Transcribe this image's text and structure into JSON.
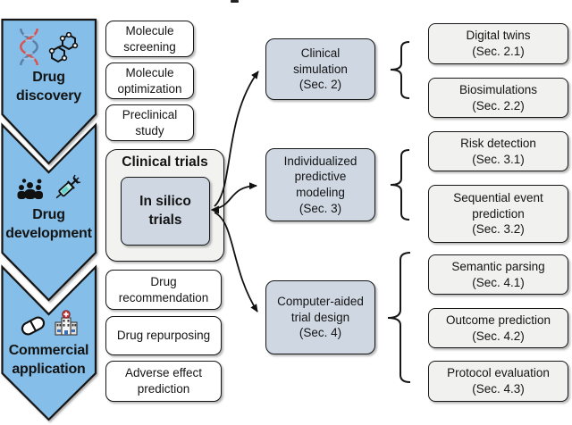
{
  "colors": {
    "stage_fill": "#85BEE8",
    "section_fill": "#CFD7E3",
    "panel_fill": "#F2F2F0",
    "topic_fill": "#F1F1EF",
    "ink": "#141414"
  },
  "stages": [
    {
      "label": "Drug\ndiscovery"
    },
    {
      "label": "Drug\ndevelopment"
    },
    {
      "label": "Commercial\napplication"
    }
  ],
  "pipeline_steps": {
    "top": [
      "Molecule\nscreening",
      "Molecule\noptimization",
      "Preclinical\nstudy"
    ],
    "bottom": [
      "Drug\nrecommendation",
      "Drug repurposing",
      "Adverse effect\nprediction"
    ]
  },
  "clinical_trials": {
    "label": "Clinical trials",
    "inner_label": "In silico\ntrials"
  },
  "sections": [
    {
      "label": "Clinical\nsimulation\n(Sec. 2)"
    },
    {
      "label": "Individualized\npredictive\nmodeling\n(Sec. 3)"
    },
    {
      "label": "Computer-aided\ntrial design\n(Sec. 4)"
    }
  ],
  "topics": [
    {
      "label": "Digital twins\n(Sec. 2.1)"
    },
    {
      "label": "Biosimulations\n(Sec. 2.2)"
    },
    {
      "label": "Risk detection\n(Sec. 3.1)"
    },
    {
      "label": "Sequential event\nprediction\n(Sec. 3.2)"
    },
    {
      "label": "Semantic parsing\n(Sec. 4.1)"
    },
    {
      "label": "Outcome prediction\n(Sec. 4.2)"
    },
    {
      "label": "Protocol evaluation\n(Sec. 4.3)"
    }
  ]
}
